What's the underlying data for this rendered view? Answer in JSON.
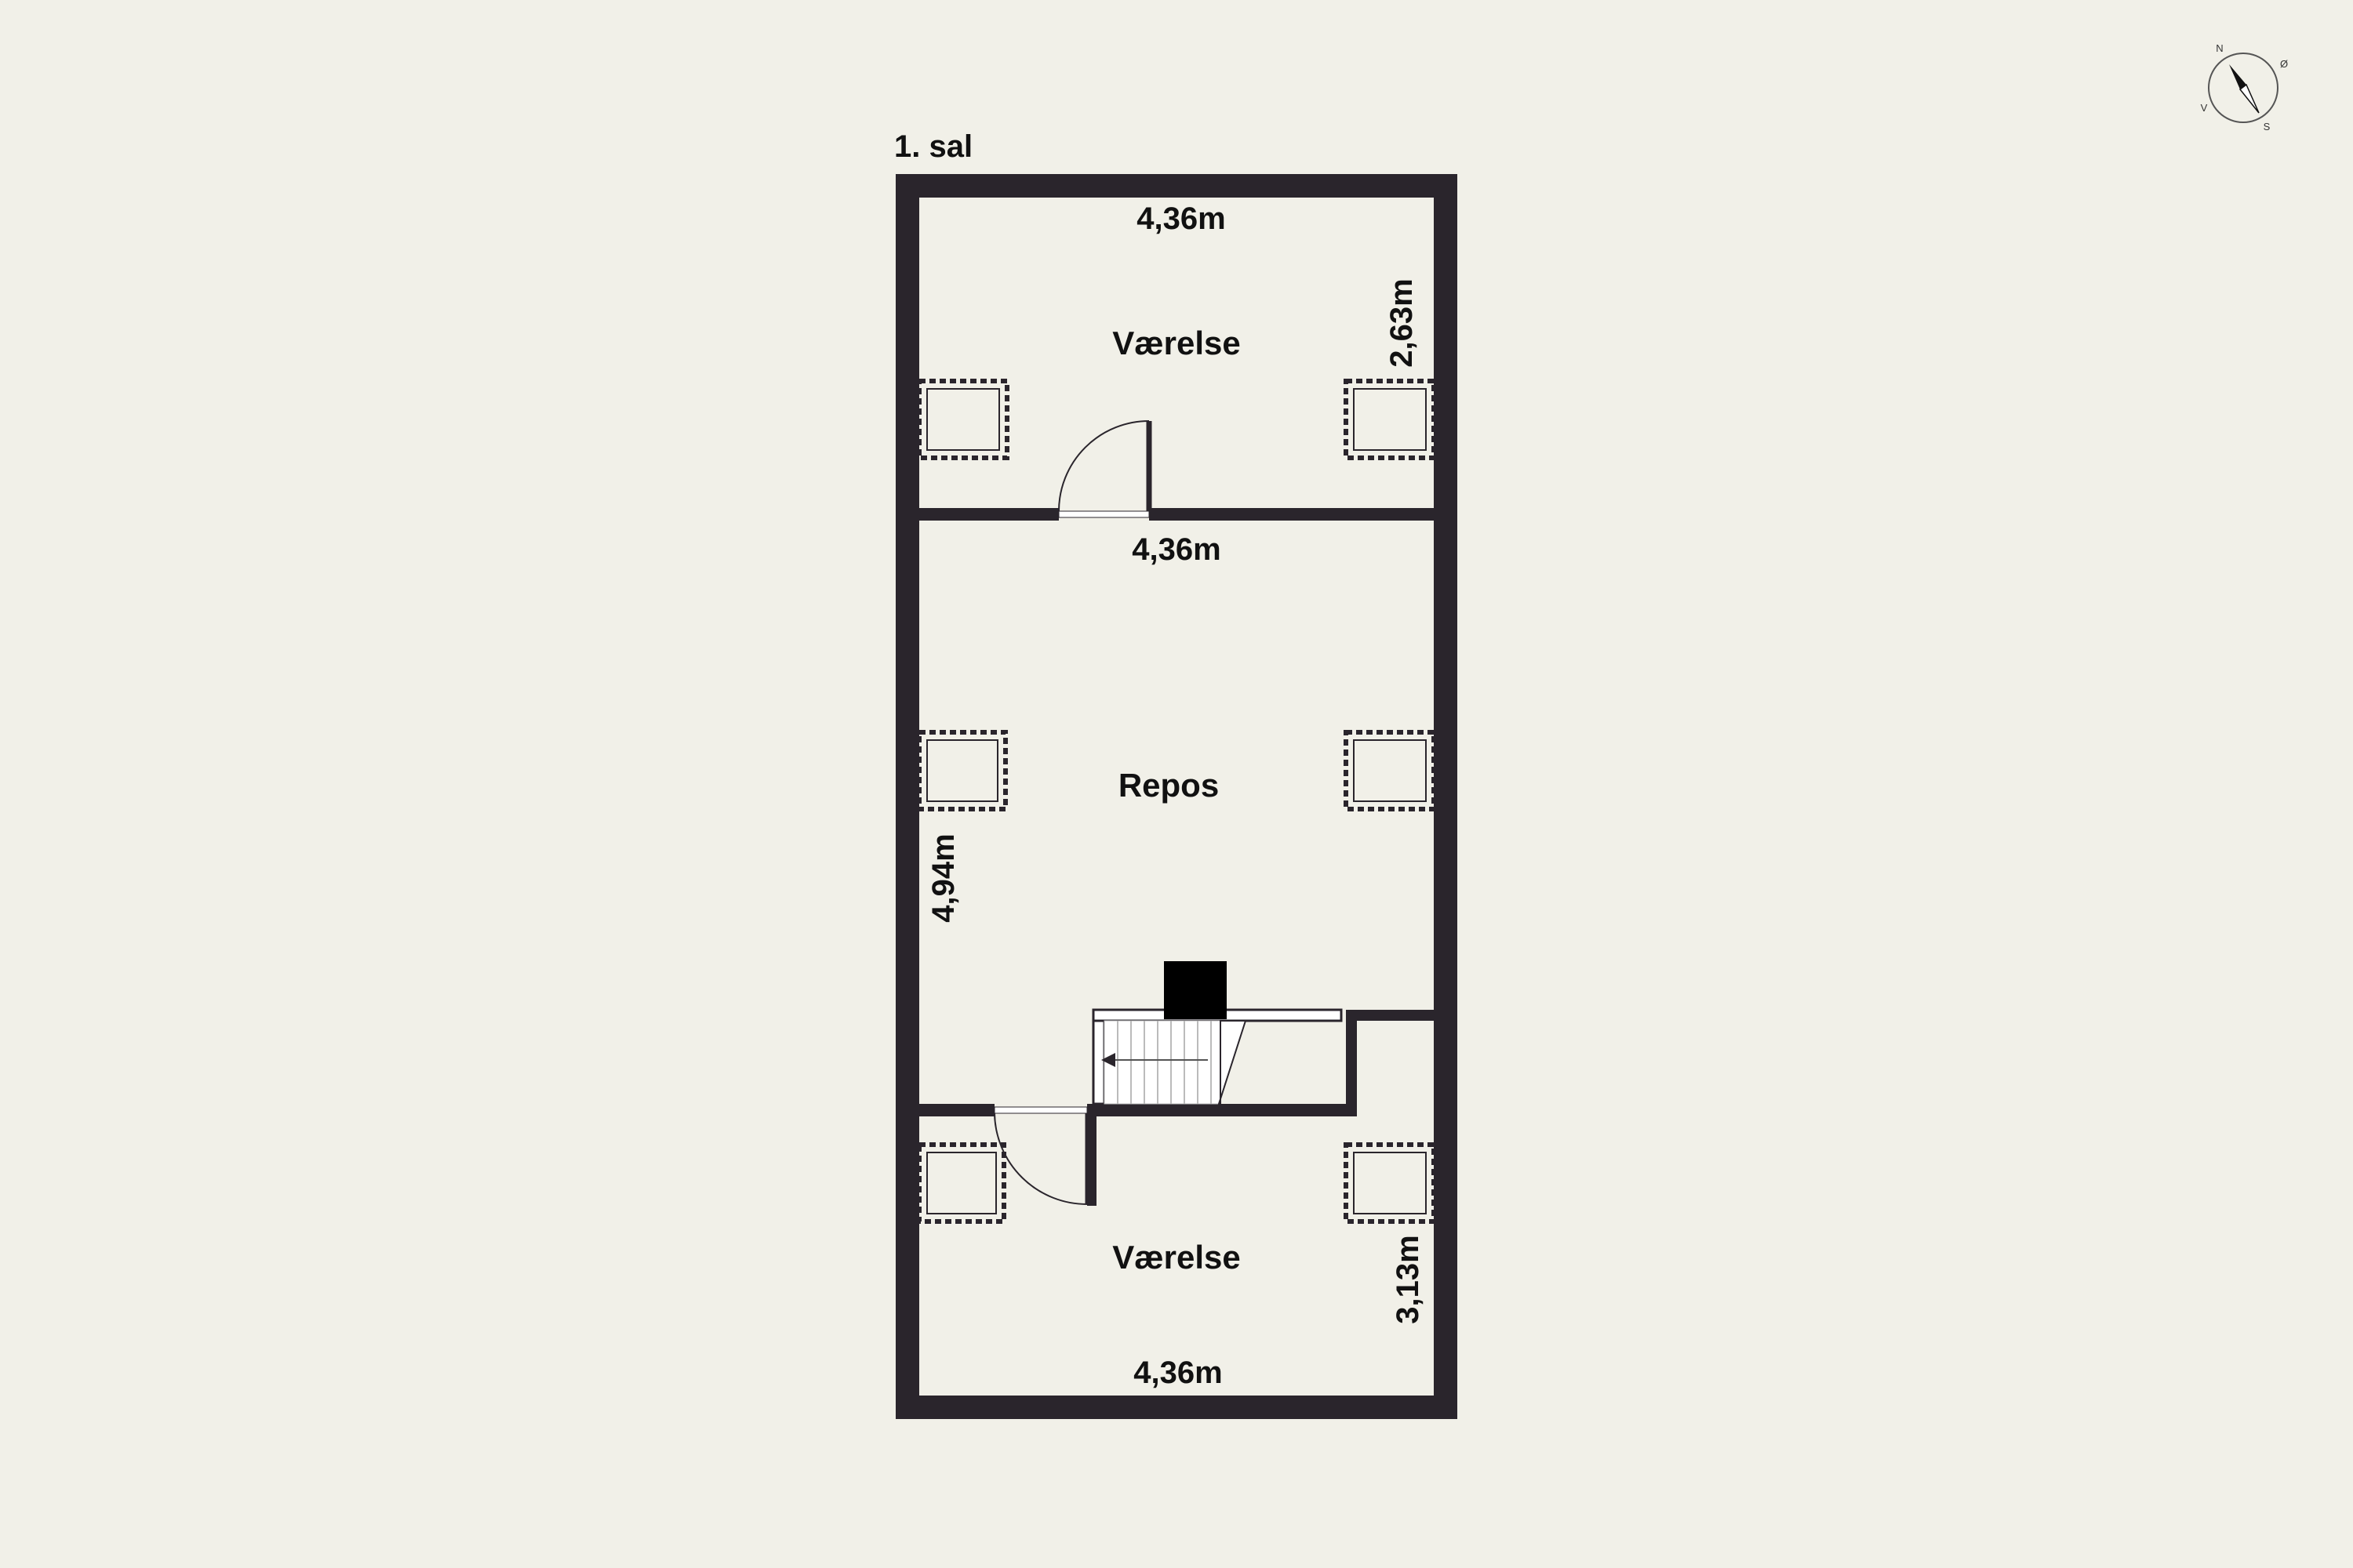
{
  "floor": {
    "name": "1. sal"
  },
  "rooms": {
    "top": {
      "name": "Værelse"
    },
    "middle": {
      "name": "Repos"
    },
    "bottom": {
      "name": "Værelse"
    }
  },
  "dimensions": {
    "top_width": "4,36m",
    "top_height": "2,63m",
    "middle_width": "4,36m",
    "middle_height": "4,94m",
    "bottom_width": "4,36m",
    "bottom_height": "3,13m"
  },
  "compass": {
    "north": "N",
    "east": "Ø",
    "south": "S",
    "west": "V"
  },
  "colors": {
    "background": "#f1f0e8",
    "wall": "#2a252c",
    "text": "#111111"
  }
}
